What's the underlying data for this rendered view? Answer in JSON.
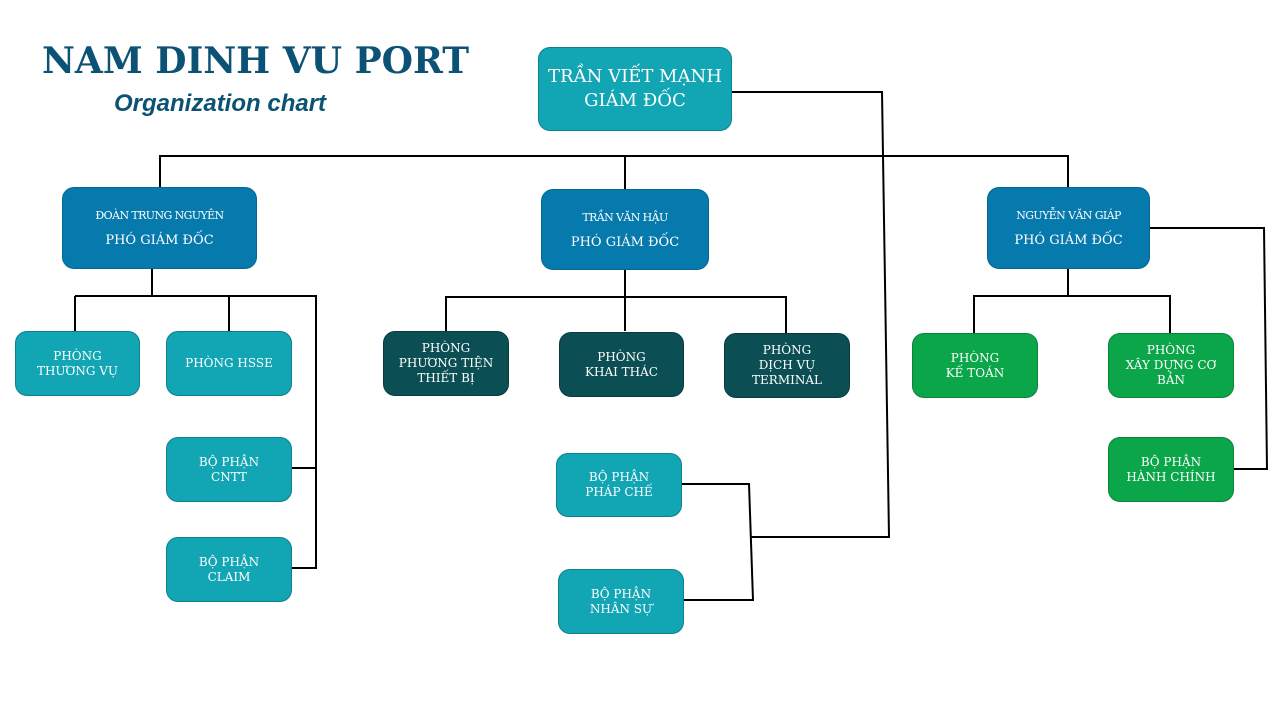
{
  "header": {
    "title": "NAM DINH VU PORT",
    "subtitle": "Organization chart"
  },
  "ceo": {
    "lines": [
      "TRẦN VIẾT MẠNH",
      "GIÁM ĐỐC"
    ]
  },
  "vp_left": {
    "name": "ĐOÀN TRUNG NGUYÊN",
    "role": "PHÓ GIÁM ĐỐC"
  },
  "vp_center": {
    "name": "TRẦN VĂN HẬU",
    "role": "PHÓ GIÁM ĐỐC"
  },
  "vp_right": {
    "name": "NGUYỄN VĂN GIÁP",
    "role": "PHÓ GIÁM ĐỐC"
  },
  "departments": {
    "thuong_vu": [
      "PHÒNG",
      "THƯƠNG VỤ"
    ],
    "hsse": [
      "PHÒNG HSSE"
    ],
    "cntt": [
      "BỘ PHẬN",
      "CNTT"
    ],
    "claim": [
      "BỘ PHẬN",
      "CLAIM"
    ],
    "phuong_tien": [
      "PHÒNG",
      "PHƯƠNG TIỆN",
      "THIẾT BỊ"
    ],
    "khai_thac": [
      "PHÒNG",
      "KHAI THÁC"
    ],
    "dich_vu": [
      "PHÒNG",
      "DỊCH VỤ",
      "TERMINAL"
    ],
    "phap_che": [
      "BỘ PHẬN",
      "PHÁP CHẾ"
    ],
    "nhan_su": [
      "BỘ PHẬN",
      "NHÂN SỰ"
    ],
    "ke_toan": [
      "PHÒNG",
      "KẾ TOÁN"
    ],
    "xay_dung": [
      "PHÒNG",
      "XÂY DỰNG CƠ",
      "BẢN"
    ],
    "hanh_chinh": [
      "BỘ PHẬN",
      "HÀNH CHÍNH"
    ]
  },
  "colors": {
    "title": "#0b5274",
    "teal": "#12a5b4",
    "blue": "#0679ad",
    "dark_teal": "#0b4f55",
    "green": "#0ba64a",
    "connector": "#000000"
  }
}
